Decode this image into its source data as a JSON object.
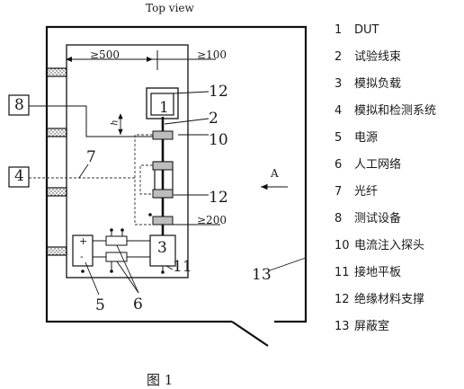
{
  "header": {
    "view_label": "Top view"
  },
  "dimensions": {
    "d500": "≥500",
    "d100": "≥100",
    "d200": "≥200",
    "h": "h"
  },
  "callouts": {
    "n1": "1",
    "n2": "2",
    "n3": "3",
    "n4": "4",
    "n5": "5",
    "n6": "6",
    "n7": "7",
    "n8": "8",
    "n10": "10",
    "n11": "11",
    "n12a": "12",
    "n12b": "12",
    "n13": "13"
  },
  "direction_label": "A",
  "polarity": {
    "plus": "+",
    "minus": "-"
  },
  "legend": [
    {
      "num": "1",
      "text": "DUT"
    },
    {
      "num": "2",
      "text": "试验线束"
    },
    {
      "num": "3",
      "text": "模拟负载"
    },
    {
      "num": "4",
      "text": "模拟和检测系统"
    },
    {
      "num": "5",
      "text": "电源"
    },
    {
      "num": "6",
      "text": "人工网络"
    },
    {
      "num": "7",
      "text": "光纤"
    },
    {
      "num": "8",
      "text": "测试设备"
    },
    {
      "num": "10",
      "text": "电流注入探头"
    },
    {
      "num": "11",
      "text": "接地平板"
    },
    {
      "num": "12",
      "text": "绝缘材料支撑"
    },
    {
      "num": "13",
      "text": "屏蔽室"
    }
  ],
  "caption": "图 1"
}
